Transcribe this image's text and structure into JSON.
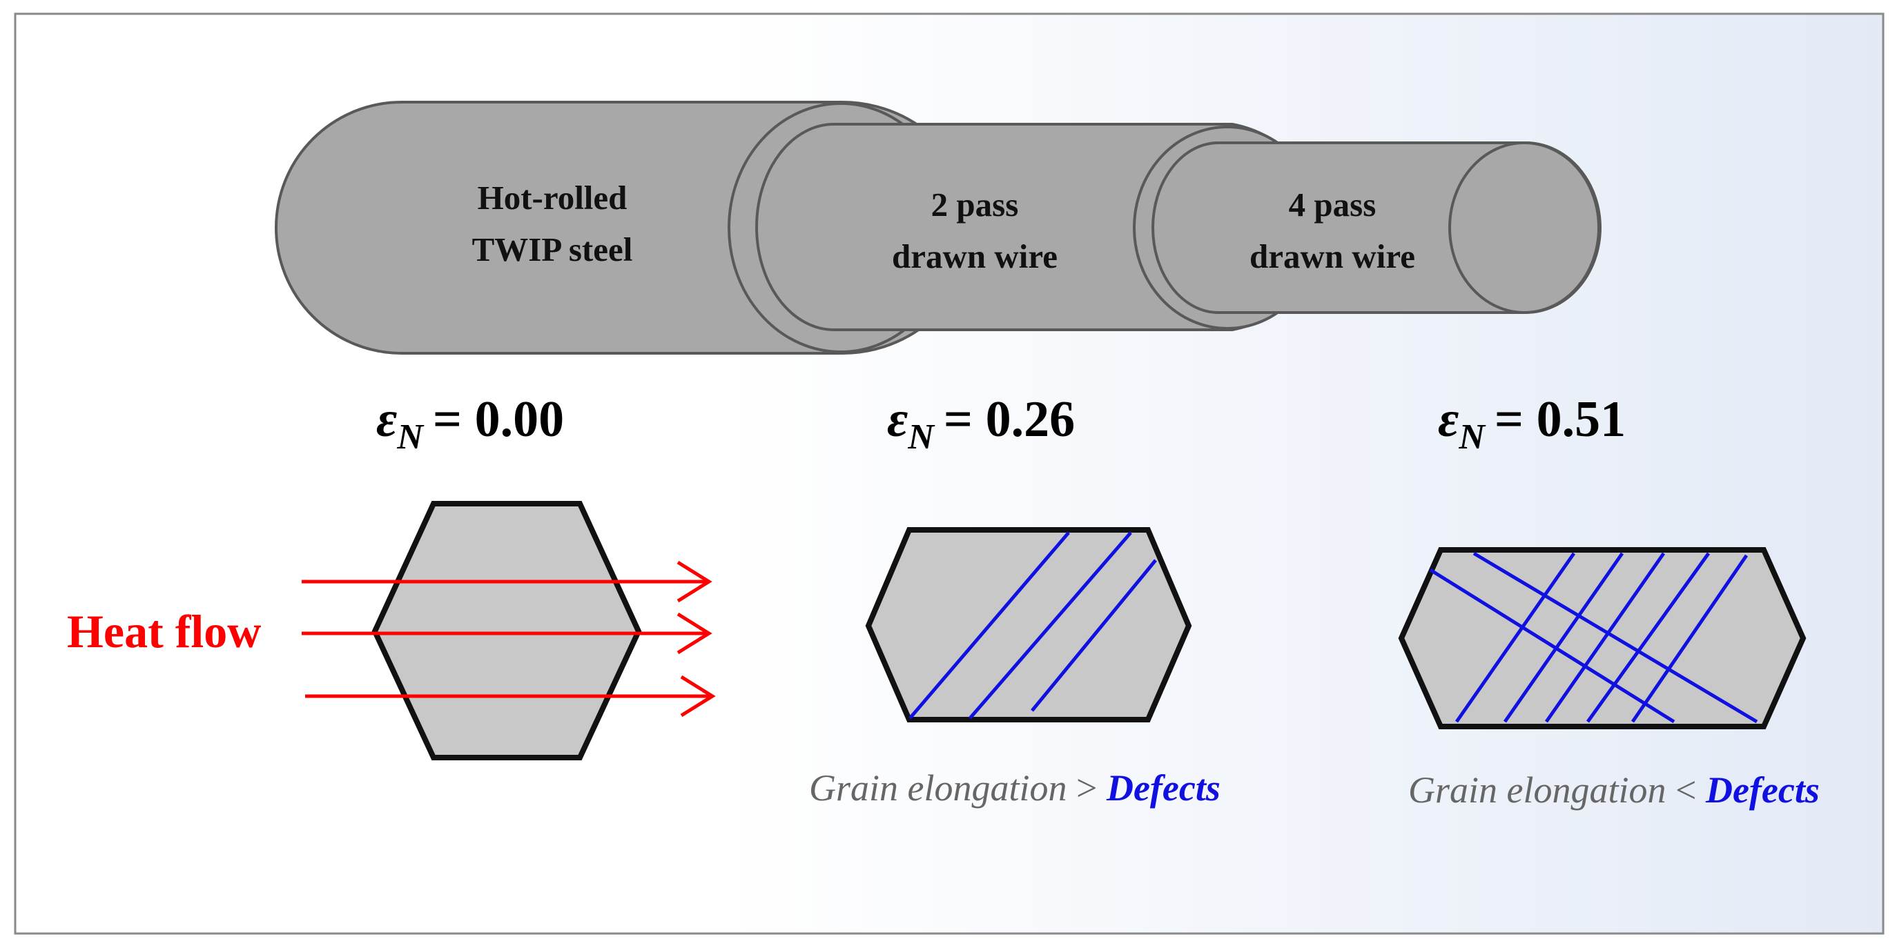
{
  "colors": {
    "wire_fill": "#a8a8a8",
    "wire_stroke": "#595959",
    "grain_fill": "#c8c8c8",
    "grain_stroke": "#111111",
    "defect": "#1010e0",
    "heat": "#ff0000",
    "caption_gray": "#666666",
    "panel_border": "#8a8a8a",
    "background_right": "#e4ebf7"
  },
  "wires": {
    "hot_rolled": {
      "line1": "Hot-rolled",
      "line2": "TWIP steel"
    },
    "pass2": {
      "line1": "2 pass",
      "line2": "drawn wire"
    },
    "pass4": {
      "line1": "4 pass",
      "line2": "drawn wire"
    }
  },
  "strains": [
    {
      "symbol": "ε",
      "subscript": "N",
      "equals": "= 0.00"
    },
    {
      "symbol": "ε",
      "subscript": "N",
      "equals": "= 0.26"
    },
    {
      "symbol": "ε",
      "subscript": "N",
      "equals": "= 0.51"
    }
  ],
  "heat_flow": {
    "label": "Heat flow"
  },
  "captions": [
    {
      "left": "Grain elongation",
      "op": " > ",
      "right": "Defects"
    },
    {
      "left": "Grain elongation",
      "op": " < ",
      "right": "Defects"
    }
  ]
}
